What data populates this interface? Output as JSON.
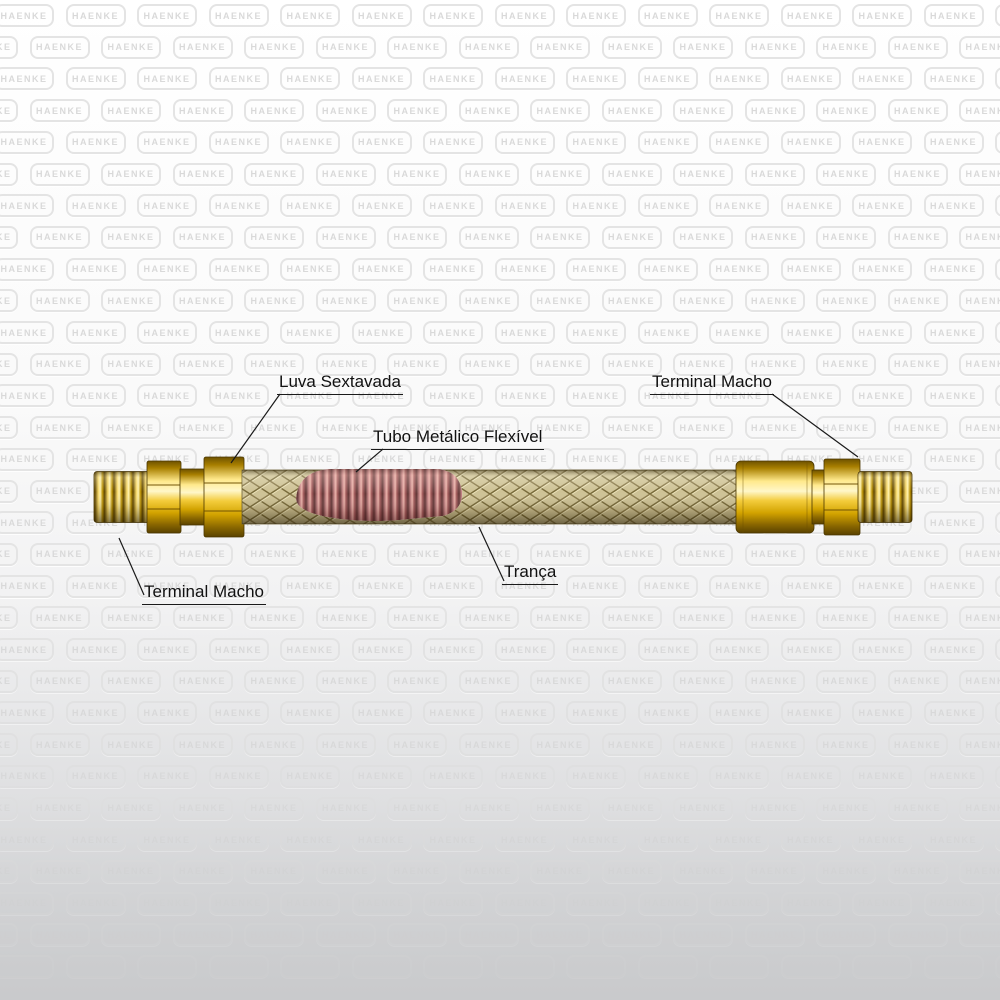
{
  "watermark": {
    "text": "HAENKE",
    "color": "#d9d9d9",
    "border_color": "#e4e4e4"
  },
  "diagram": {
    "title": "Flexible metal hose with male terminals - callout diagram",
    "labels": {
      "luva": "Luva Sextavada",
      "terminal_right": "Terminal Macho",
      "tubo": "Tubo Metálico Flexível",
      "tranca": "Trança",
      "terminal_left": "Terminal Macho"
    },
    "colors": {
      "brass_light": "#fff7c9",
      "brass_mid": "#f3cc3c",
      "brass_dark": "#5a4200",
      "braid_base": "#cec295",
      "braid_line": "#8a7a4a",
      "corrugation_light": "#e7afa6",
      "corrugation_dark": "#5e3434",
      "label_text": "#111111",
      "leader_line": "#1a1a1a"
    }
  }
}
